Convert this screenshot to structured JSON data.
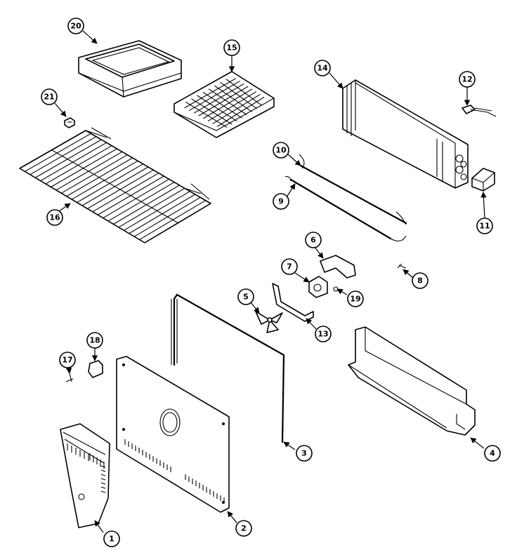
{
  "callouts": [
    {
      "id": "1",
      "label": "1"
    },
    {
      "id": "2",
      "label": "2"
    },
    {
      "id": "3",
      "label": "3"
    },
    {
      "id": "4",
      "label": "4"
    },
    {
      "id": "5",
      "label": "5"
    },
    {
      "id": "6",
      "label": "6"
    },
    {
      "id": "7",
      "label": "7"
    },
    {
      "id": "8",
      "label": "8"
    },
    {
      "id": "9",
      "label": "9"
    },
    {
      "id": "10",
      "label": "10"
    },
    {
      "id": "11",
      "label": "11"
    },
    {
      "id": "12",
      "label": "12"
    },
    {
      "id": "13",
      "label": "13"
    },
    {
      "id": "14",
      "label": "14"
    },
    {
      "id": "15",
      "label": "15"
    },
    {
      "id": "16",
      "label": "16"
    },
    {
      "id": "17",
      "label": "17"
    },
    {
      "id": "18",
      "label": "18"
    },
    {
      "id": "19",
      "label": "19"
    },
    {
      "id": "20",
      "label": "20"
    },
    {
      "id": "21",
      "label": "21"
    }
  ]
}
